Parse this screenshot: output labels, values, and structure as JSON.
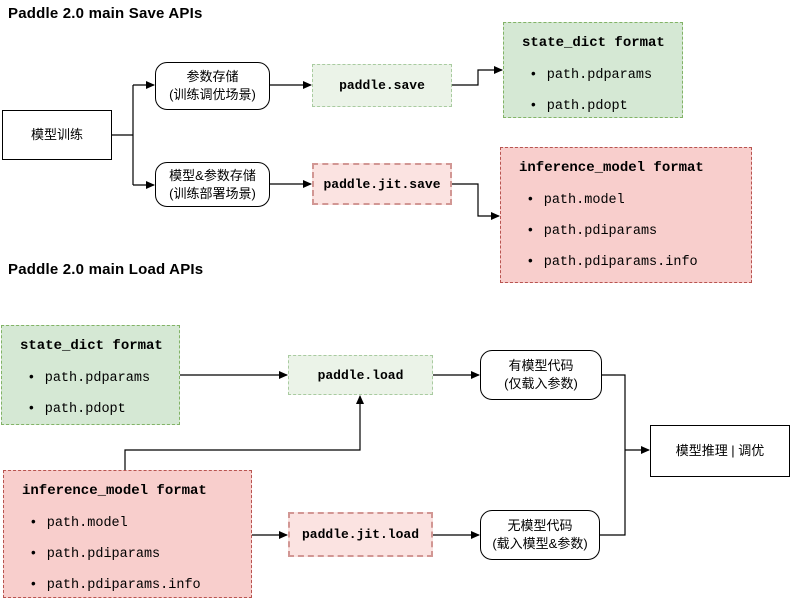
{
  "sections": {
    "save": {
      "title": "Paddle 2.0 main Save APIs",
      "model_training": "模型训练",
      "param_store": {
        "line1": "参数存储",
        "line2": "(训练调优场景)"
      },
      "model_param_store": {
        "line1": "模型&参数存储",
        "line2": "(训练部署场景)"
      },
      "api_save": "paddle.save",
      "api_jit_save": "paddle.jit.save",
      "state_dict": {
        "title": "state_dict format",
        "items": [
          "path.pdparams",
          "path.pdopt"
        ]
      },
      "inference_model": {
        "title": "inference_model format",
        "items": [
          "path.model",
          "path.pdiparams",
          "path.pdiparams.info"
        ]
      }
    },
    "load": {
      "title": "Paddle 2.0 main Load APIs",
      "state_dict": {
        "title": "state_dict format",
        "items": [
          "path.pdparams",
          "path.pdopt"
        ]
      },
      "inference_model": {
        "title": "inference_model format",
        "items": [
          "path.model",
          "path.pdiparams",
          "path.pdiparams.info"
        ]
      },
      "api_load": "paddle.load",
      "api_jit_load": "paddle.jit.load",
      "with_model_code": {
        "line1": "有模型代码",
        "line2": "(仅载入参数)"
      },
      "without_model_code": {
        "line1": "无模型代码",
        "line2": "(载入模型&参数)"
      },
      "model_inference": "模型推理 | 调优"
    }
  },
  "colors": {
    "format_green_fill": "#d5e8d4",
    "format_green_stroke": "#82b366",
    "format_red_fill": "#f8cecc",
    "format_red_stroke": "#b85450",
    "api_green_fill": "#ebf3e8",
    "api_green_stroke": "#a9cba0",
    "api_red_fill": "#fbe3e1",
    "api_red_stroke": "#d29794",
    "line": "#000000"
  }
}
